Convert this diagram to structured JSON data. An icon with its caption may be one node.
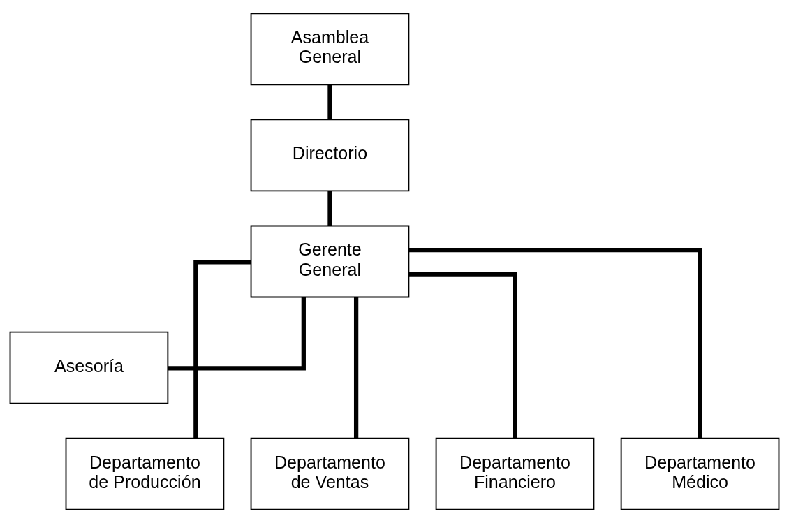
{
  "diagram": {
    "nodes": [
      {
        "text": [
          "Asamblea General"
        ]
      },
      {
        "text": [
          "Directorio"
        ]
      },
      {
        "text": [
          "Gerente General"
        ]
      },
      {
        "text": [
          "Asesoría"
        ]
      },
      {
        "text": [
          "Departamento de Producción"
        ]
      },
      {
        "text": [
          "Departamento de Ventas"
        ]
      },
      {
        "text": [
          "Departamento Financiero"
        ]
      },
      {
        "text": [
          "Departamento Médico"
        ]
      }
    ],
    "edges": [
      {
        "from": 0,
        "to": 1,
        "arrow": "none"
      },
      {
        "from": 1,
        "to": 2,
        "arrow": "none"
      },
      {
        "from": 2,
        "to": 3,
        "arrow": "none"
      },
      {
        "from": 2,
        "to": 4,
        "arrow": "none"
      },
      {
        "from": 2,
        "to": 5,
        "arrow": "none"
      },
      {
        "from": 2,
        "to": 6,
        "arrow": "none"
      },
      {
        "from": 2,
        "to": 7,
        "arrow": "none"
      }
    ]
  }
}
